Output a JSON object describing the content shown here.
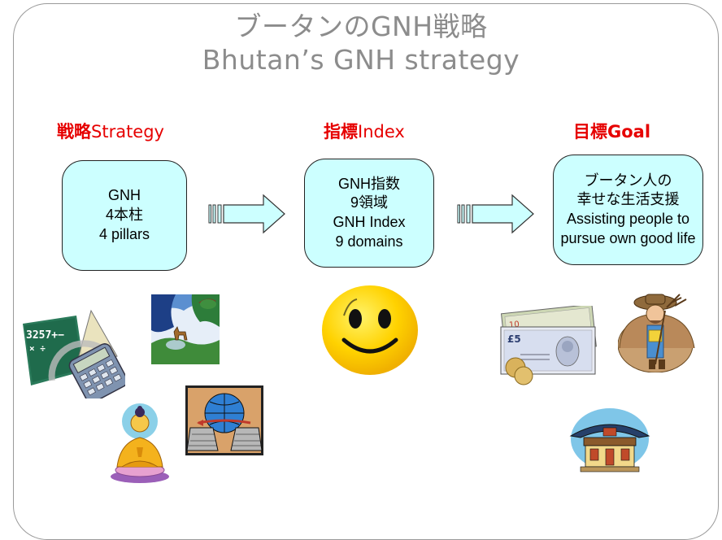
{
  "slide": {
    "title_ja": "ブータンのGNH戦略",
    "title_en": "Bhutan’s GNH strategy"
  },
  "columns": [
    {
      "heading_ja": "戦略",
      "heading_en": "Strategy",
      "box_lines": [
        "GNH",
        "4本柱",
        "4 pillars"
      ]
    },
    {
      "heading_ja": "指標",
      "heading_en": "Index",
      "box_lines": [
        "GNH指数",
        "9領域",
        "GNH Index",
        "9 domains"
      ]
    },
    {
      "heading_ja": "目標",
      "heading_en": "Goal",
      "box_lines": [
        "ブータン人の",
        "幸せな生活支援",
        "Assisting people to",
        "pursue own good life"
      ]
    }
  ],
  "clipart": {
    "calc_text_1": "3257+−",
    "calc_text_2": "× ÷",
    "banknote_text": "£5"
  },
  "colors": {
    "heading": "#e60000",
    "box_fill": "#ccffff",
    "arrow_fill": "#ccffff",
    "title": "#8c8c8c"
  }
}
